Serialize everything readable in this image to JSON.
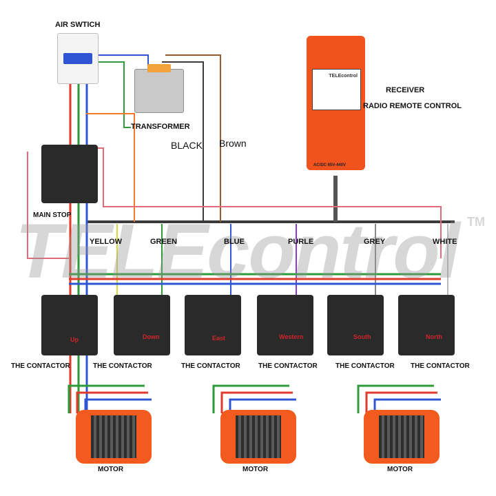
{
  "colors": {
    "bus": "#3b3b3b",
    "red": "#e03a2a",
    "green": "#2e9a3a",
    "blue": "#2f55d4",
    "orange": "#f07a2a",
    "pink": "#e06a7a",
    "purple": "#8a3cc8",
    "receiver_body": "#f0531e",
    "contactor_body": "#2a2a2a",
    "motor_body": "#f25a1e"
  },
  "watermark": {
    "brand": "TELEcontrol",
    "tm": "TM"
  },
  "labels": {
    "air_switch": "AIR SWTICH",
    "transformer": "TRANSFORMER",
    "black": "BLACK",
    "brown": "Brown",
    "receiver": "RECEIVER",
    "radio_remote_control": "RADIO REMOTE CONTROL",
    "main_stop": "MAIN STOP",
    "motor": "MOTOR"
  },
  "wire_colors": [
    {
      "label": "YELLOW"
    },
    {
      "label": "GREEN"
    },
    {
      "label": "BLUE"
    },
    {
      "label": "PURLE"
    },
    {
      "label": "GREY"
    },
    {
      "label": "WHITE"
    }
  ],
  "contactors": [
    {
      "label": "THE CONTACTOR",
      "tag": "Up"
    },
    {
      "label": "THE CONTACTOR",
      "tag": "Down"
    },
    {
      "label": "THE CONTACTOR",
      "tag": "East"
    },
    {
      "label": "THE CONTACTOR",
      "tag": "Western"
    },
    {
      "label": "THE CONTACTOR",
      "tag": "South"
    },
    {
      "label": "THE CONTACTOR",
      "tag": "North"
    }
  ],
  "motors": [
    {
      "label": "MOTOR"
    },
    {
      "label": "MOTOR"
    },
    {
      "label": "MOTOR"
    }
  ],
  "receiver_plate": {
    "brand": "TELEcontrol",
    "rating": "AC/DC 65V-440V"
  }
}
